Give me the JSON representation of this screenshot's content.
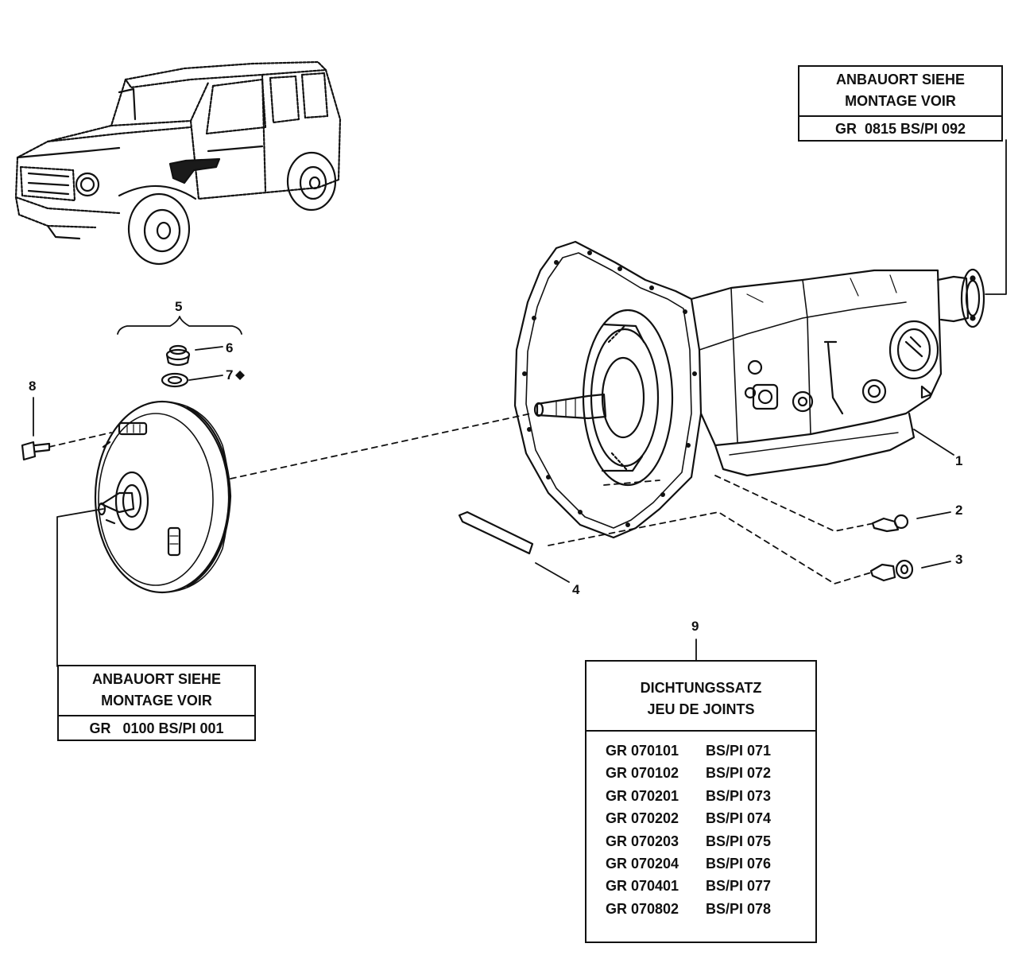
{
  "callouts": {
    "c1": "1",
    "c2": "2",
    "c3": "3",
    "c4": "4",
    "c5": "5",
    "c6": "6",
    "c7": "7",
    "c8": "8",
    "c9": "9"
  },
  "ref_top": {
    "line1": "ANBAUORT SIEHE",
    "line2": "MONTAGE VOIR",
    "ref": "GR  0815 BS/PI 092"
  },
  "ref_left": {
    "line1": "ANBAUORT SIEHE",
    "line2": "MONTAGE VOIR",
    "ref": "GR   0100 BS/PI 001"
  },
  "gasket_kit": {
    "line1": "DICHTUNGSSATZ",
    "line2": "JEU DE JOINTS",
    "rows": [
      {
        "gr": "GR 070101",
        "bspi": "BS/PI 071"
      },
      {
        "gr": "GR 070102",
        "bspi": "BS/PI 072"
      },
      {
        "gr": "GR 070201",
        "bspi": "BS/PI 073"
      },
      {
        "gr": "GR 070202",
        "bspi": "BS/PI 074"
      },
      {
        "gr": "GR 070203",
        "bspi": "BS/PI 075"
      },
      {
        "gr": "GR 070204",
        "bspi": "BS/PI 076"
      },
      {
        "gr": "GR 070401",
        "bspi": "BS/PI 077"
      },
      {
        "gr": "GR 070802",
        "bspi": "BS/PI 078"
      }
    ]
  },
  "colors": {
    "ink": "#111111",
    "paper": "#ffffff",
    "highlight": "#1a1a1a"
  }
}
